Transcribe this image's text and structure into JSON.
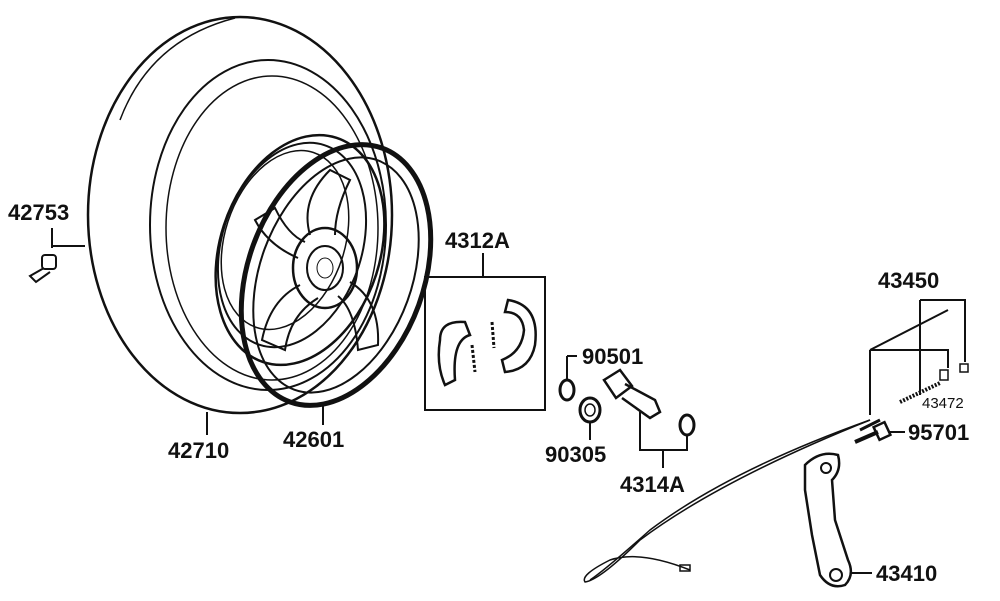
{
  "diagram": {
    "parts": {
      "valve": "42753",
      "tire": "42710",
      "rim": "42601",
      "brake_shoe_set": "4312A",
      "washer": "90501",
      "bearing": "90305",
      "cam_set": "4314A",
      "cable_set": "43450",
      "spring": "43472",
      "bolt": "95701",
      "arm": "43410"
    }
  }
}
